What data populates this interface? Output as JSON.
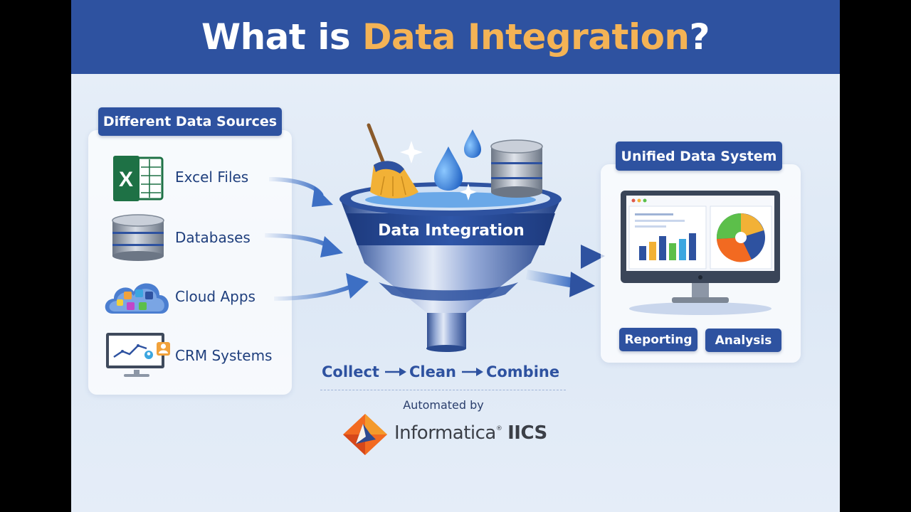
{
  "header": {
    "title_main": "What is ",
    "title_accent": "Data Integration",
    "title_end": "?"
  },
  "sources": {
    "title": "Different Data Sources",
    "items": [
      {
        "label": "Excel Files",
        "icon": "excel-icon"
      },
      {
        "label": "Databases",
        "icon": "database-icon"
      },
      {
        "label": "Cloud Apps",
        "icon": "cloud-apps-icon"
      },
      {
        "label": "CRM Systems",
        "icon": "crm-monitor-icon"
      }
    ]
  },
  "funnel": {
    "label": "Data Integration"
  },
  "steps": {
    "collect": "Collect",
    "clean": "Clean",
    "combine": "Combine"
  },
  "automation": {
    "label": "Automated by",
    "brand_name": "Informatica",
    "brand_suffix": "IICS",
    "registered_mark": "®"
  },
  "unified": {
    "title": "Unified Data System",
    "reporting_label": "Reporting",
    "analysis_label": "Analysis"
  },
  "colors": {
    "primary_blue": "#2e52a0",
    "accent_orange": "#f4b355",
    "excel_green": "#1e7145",
    "informatica_orange": "#f26a21"
  }
}
